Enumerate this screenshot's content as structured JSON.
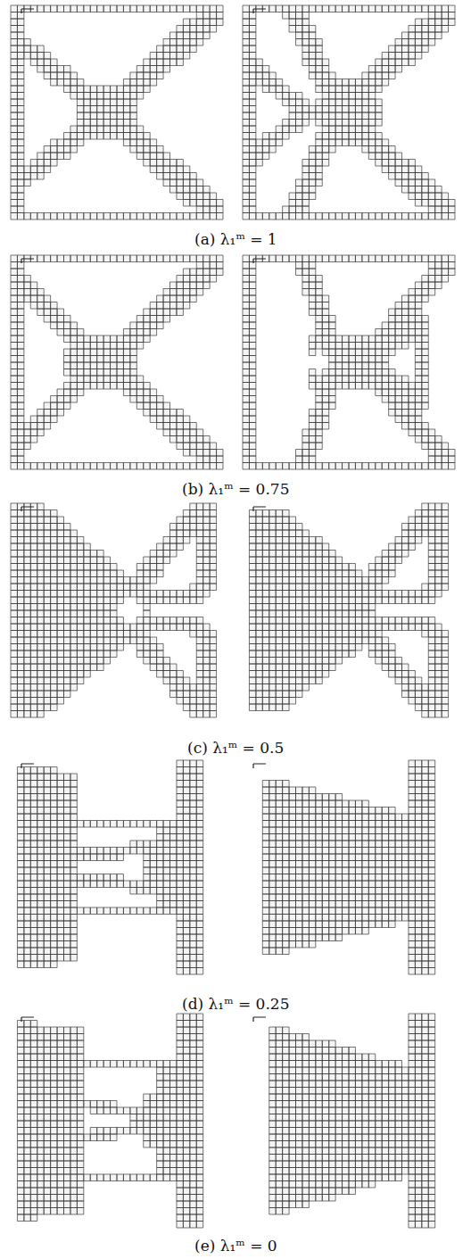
{
  "diagram": {
    "labels": [
      "(a) λ₁ᵐ = 1",
      "(b) λ₁ᵐ = 0.75",
      "(c) λ₁ᵐ = 0.5",
      "(d) λ₁ᵐ = 0.25",
      "(e) λ₁ᵐ = 0"
    ]
  }
}
